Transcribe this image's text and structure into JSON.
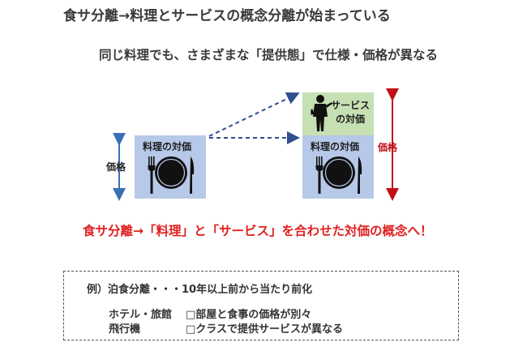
{
  "slide": {
    "title": "食サ分離→料理とサービスの概念分離が始まっている",
    "subtitle": "同じ料理でも、さまざまな「提供態」で仕様・価格が異なる",
    "left_box_label": "料理の対価",
    "right_box_label": "料理の対価",
    "service_label_line1": "サービス",
    "service_label_line2": "の対価",
    "left_price_label": "価格",
    "right_price_label": "価格",
    "message": "食サ分離→「料理」と「サービス」を合わせた対価の概念へ！",
    "example": {
      "heading": "例）泊食分離・・・10年以上前から当たり前化",
      "rows": [
        {
          "label": "ホテル・旅館",
          "text": "□部屋と食事の価格が別々"
        },
        {
          "label": "飛行機",
          "text": "□クラスで提供サービスが異なる"
        }
      ]
    }
  },
  "colors": {
    "dish_box": "#b7c9e8",
    "service_box": "#c6e0b4",
    "arrow_blue": "#3a6fb3",
    "arrow_dark_blue": "#2f4f8f",
    "accent_red": "#e02020",
    "price_arrow_red": "#c0101a"
  }
}
